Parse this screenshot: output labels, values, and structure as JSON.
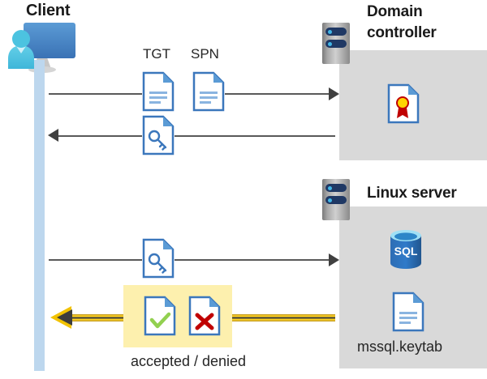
{
  "diagram": {
    "type": "kerberos-authentication-sequence",
    "actors": {
      "client": {
        "title": "Client",
        "icon": "client-computer-user-icon"
      },
      "domain_controller": {
        "title": "Domain controller",
        "icon": "server-rack-icon"
      },
      "linux_server": {
        "title": "Linux server",
        "icon": "server-rack-icon"
      }
    },
    "messages": [
      {
        "id": "tgt-spn-request",
        "direction": "client-to-domain-controller",
        "line_color": "#595959",
        "artifacts": [
          {
            "label": "TGT",
            "icon": "document-icon"
          },
          {
            "label": "SPN",
            "icon": "document-icon"
          }
        ]
      },
      {
        "id": "service-ticket-reply",
        "direction": "domain-controller-to-client",
        "line_color": "#595959",
        "artifacts": [
          {
            "label": "",
            "icon": "document-key-icon"
          }
        ]
      },
      {
        "id": "service-ticket-presentation",
        "direction": "client-to-linux-server",
        "line_color": "#595959",
        "artifacts": [
          {
            "label": "",
            "icon": "document-key-icon"
          }
        ]
      },
      {
        "id": "authentication-result",
        "direction": "linux-server-to-client",
        "line_color": "#FFD21F",
        "caption": "accepted / denied",
        "highlight_color": "#FDF0AE",
        "artifacts": [
          {
            "label": "accepted",
            "icon": "document-check-icon"
          },
          {
            "label": "denied",
            "icon": "document-cross-icon"
          }
        ]
      }
    ],
    "domain_controller_contents": [
      {
        "label": "",
        "icon": "certificate-document-icon"
      }
    ],
    "linux_server_contents": [
      {
        "label": "SQL",
        "icon": "sql-database-icon"
      },
      {
        "label": "mssql.keytab",
        "icon": "document-icon"
      }
    ],
    "colors": {
      "panel_gray": "#D9D9D9",
      "lifeline_blue": "#BDD7EE",
      "doc_blue": "#3B77BC",
      "highlight_yellow": "#FDF0AE",
      "arrow_gold": "#FFD21F",
      "check_green": "#92D050",
      "cross_red": "#C00000",
      "line_gray": "#595959"
    }
  }
}
